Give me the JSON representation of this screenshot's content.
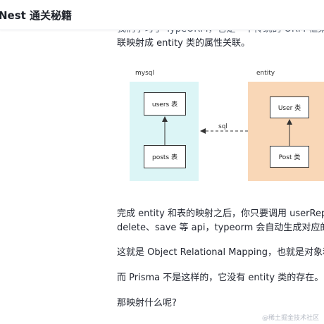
{
  "header": {
    "title": "Nest 通关秘籍"
  },
  "article": {
    "cut_line": "我们学习了 TypeORM，它是一个传统的 ORM 框架，它把",
    "p1": "联映射成 entity 类的属性关联。",
    "p2": "完成 entity 和表的映射之后，你只要调用 userRepository",
    "p3": "delete、save 等 api，typeorm 会自动生成对应的 sql 语",
    "p4": "这就是 Object Relational Mapping，也就是对象和关系型",
    "p5": "而 Prisma 不是这样的，它没有 entity 类的存在。",
    "p6": "那映射什么呢?"
  },
  "diagram": {
    "mysql_label": "mysql",
    "entity_label": "entity",
    "mysql_top_node": "users 表",
    "mysql_bottom_node": "posts 表",
    "entity_top_node": "User 类",
    "entity_bottom_node": "Post 类",
    "edge_label": "sql",
    "colors": {
      "mysql_panel": "#dcf5f6",
      "entity_panel": "#f9d7b7"
    }
  },
  "watermark": {
    "text": "@稀土掘金技术社区"
  }
}
